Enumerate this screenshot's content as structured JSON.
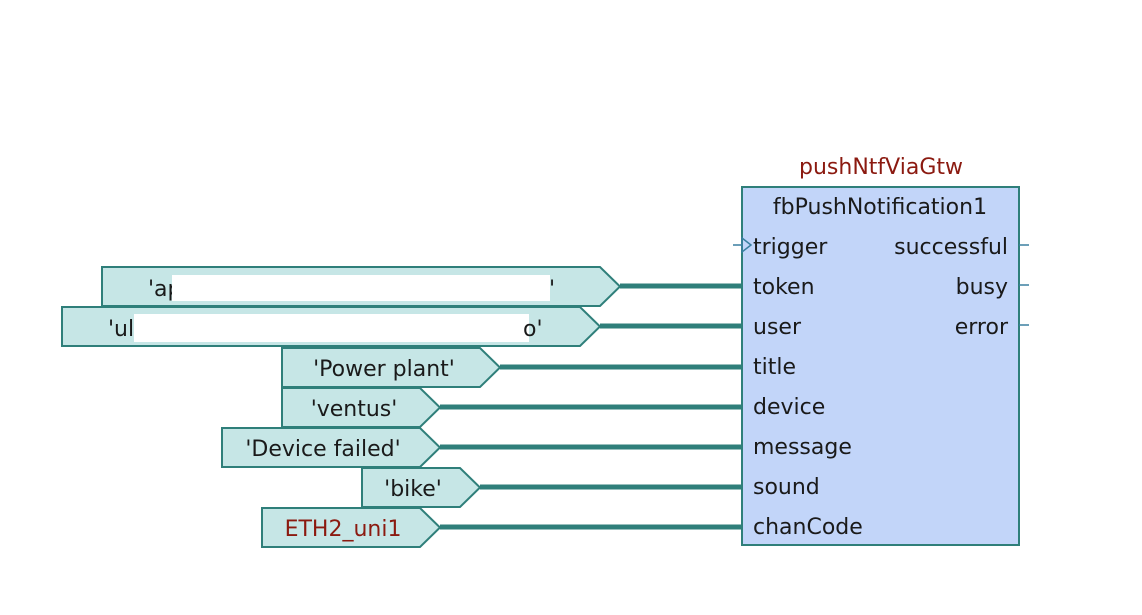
{
  "block": {
    "type_name": "pushNtfViaGtw",
    "instance_name": "fbPushNotification1",
    "inputs": [
      {
        "name": "trigger",
        "edge": true
      },
      {
        "name": "token"
      },
      {
        "name": "user"
      },
      {
        "name": "title"
      },
      {
        "name": "device"
      },
      {
        "name": "message"
      },
      {
        "name": "sound"
      },
      {
        "name": "chanCode"
      }
    ],
    "outputs": [
      {
        "name": "successful"
      },
      {
        "name": "busy"
      },
      {
        "name": "error"
      }
    ]
  },
  "constants": [
    {
      "pin": "token",
      "prefix": "'ap",
      "suffix": "'",
      "redacted": true
    },
    {
      "pin": "user",
      "prefix": "'ul",
      "suffix": "o'",
      "redacted": true
    },
    {
      "pin": "title",
      "text": "'Power plant'"
    },
    {
      "pin": "device",
      "text": "'ventus'"
    },
    {
      "pin": "message",
      "text": "'Device failed'"
    },
    {
      "pin": "sound",
      "text": "'bike'"
    },
    {
      "pin": "chanCode",
      "text": "ETH2_uni1",
      "variable": true
    }
  ],
  "colors": {
    "constant_fill": "#c6e6e6",
    "constant_border": "#2f7f7a",
    "wire": "#2f7f7a",
    "block_fill": "#c2d5f9",
    "variable_text": "#8b1a10"
  }
}
